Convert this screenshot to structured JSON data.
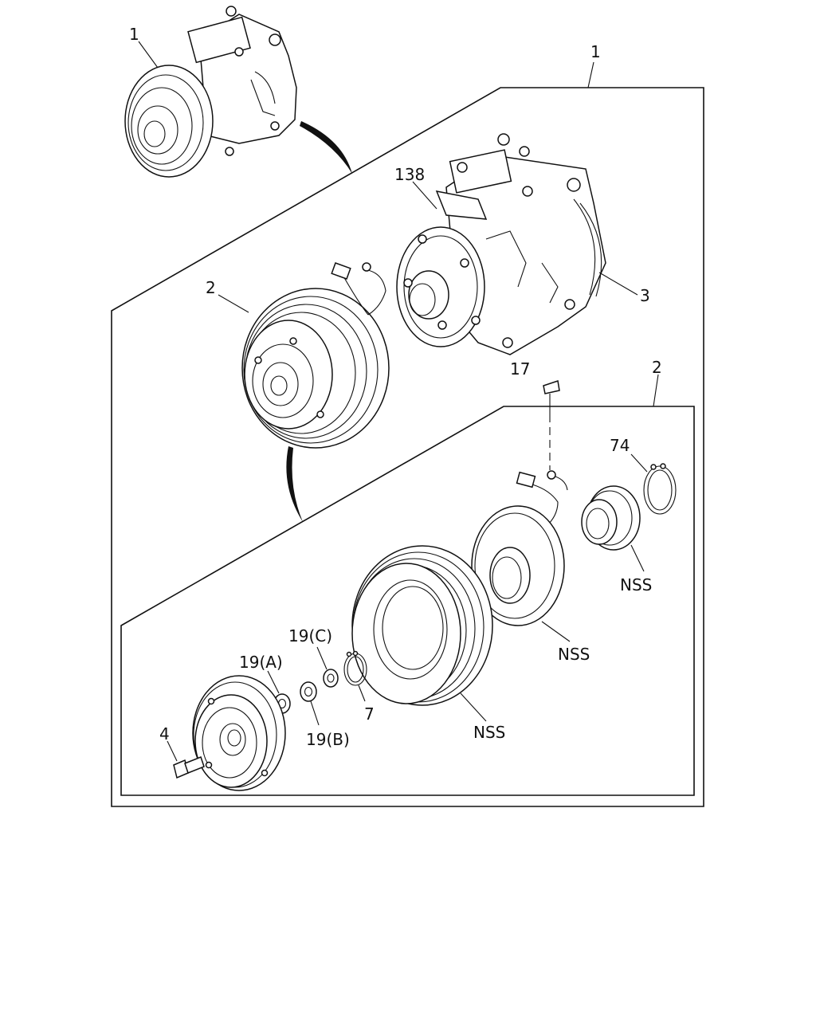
{
  "labels": {
    "assembly_1_top": "1",
    "assembly_1_box": "1",
    "bracket_138": "138",
    "coil_2_upper": "2",
    "compressor_3": "3",
    "screw_17": "17",
    "clutch_2_box": "2",
    "snap_ring_74": "74",
    "nss_bearing": "NSS",
    "nss_coil": "NSS",
    "nss_pulley": "NSS",
    "shim_19c": "19(C)",
    "shim_19a": "19(A)",
    "shim_19b": "19(B)",
    "snap_ring_7": "7",
    "bolt_4": "4"
  },
  "icons": {
    "compressor_top": "compressor-icon",
    "compressor_main": "compressor-icon",
    "clutch_assembly": "clutch-pulley-icon"
  }
}
